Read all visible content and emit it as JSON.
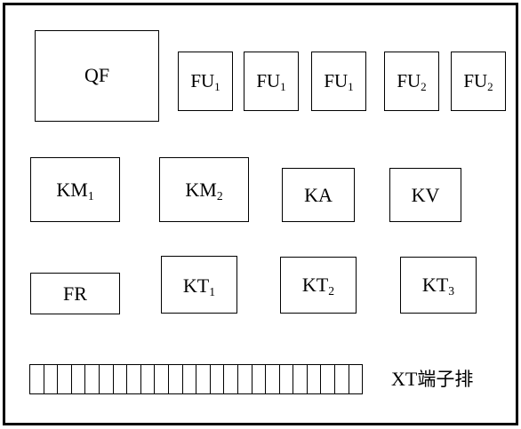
{
  "components": {
    "qf": {
      "label": "QF"
    },
    "fu_a": {
      "base": "FU",
      "sub": "1"
    },
    "fu_b": {
      "base": "FU",
      "sub": "1"
    },
    "fu_c": {
      "base": "FU",
      "sub": "1"
    },
    "fu_d": {
      "base": "FU",
      "sub": "2"
    },
    "fu_e": {
      "base": "FU",
      "sub": "2"
    },
    "km1": {
      "base": "KM",
      "sub": "1"
    },
    "km2": {
      "base": "KM",
      "sub": "2"
    },
    "ka": {
      "label": "KA"
    },
    "kv": {
      "label": "KV"
    },
    "fr": {
      "label": "FR"
    },
    "kt1": {
      "base": "KT",
      "sub": "1"
    },
    "kt2": {
      "base": "KT",
      "sub": "2"
    },
    "kt3": {
      "base": "KT",
      "sub": "3"
    }
  },
  "terminal_strip": {
    "label_code": "XT",
    "label_text": "端子排",
    "cell_count": 24
  }
}
